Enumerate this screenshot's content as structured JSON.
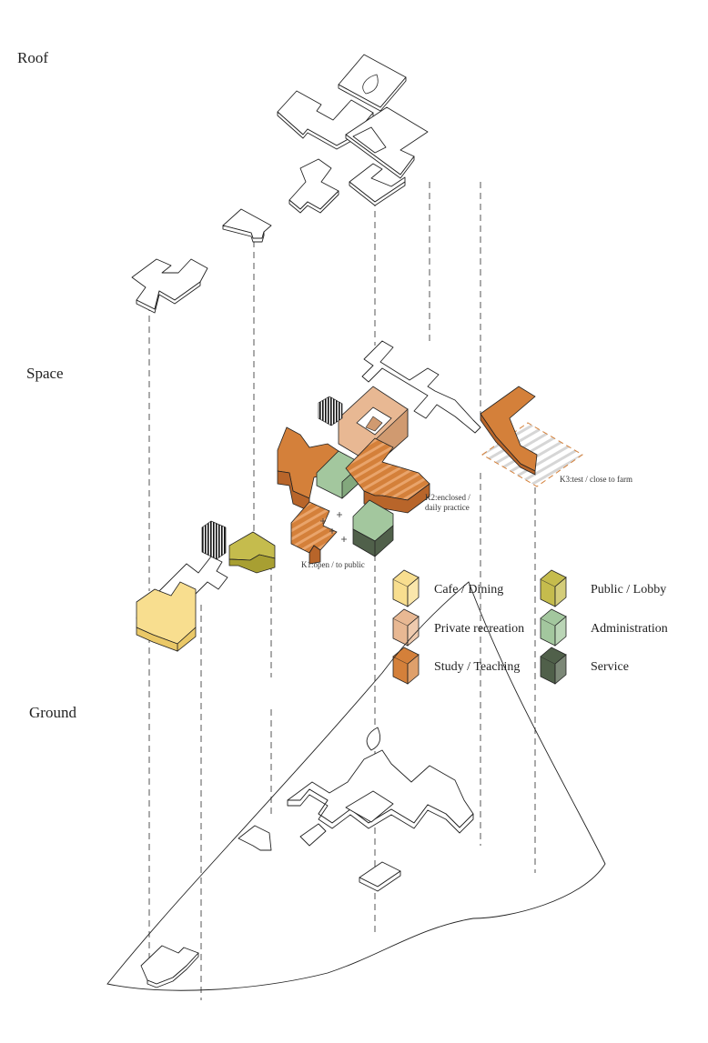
{
  "layers": {
    "roof": "Roof",
    "space": "Space",
    "ground": "Ground"
  },
  "annotations": {
    "k1": "K1:open / to public",
    "k2_line1": "K2:enclosed /",
    "k2_line2": "daily practice",
    "k3": "K3:test / close to farm"
  },
  "legend": [
    {
      "label": "Cafe / Dining",
      "color": "#f8de8f"
    },
    {
      "label": "Public / Lobby",
      "color": "#c5bc4d"
    },
    {
      "label": "Private recreation",
      "color": "#e8b893"
    },
    {
      "label": "Administration",
      "color": "#a3c79e"
    },
    {
      "label": "Study / Teaching",
      "color": "#d4803a"
    },
    {
      "label": "Service",
      "color": "#50604a"
    }
  ],
  "colors": {
    "cafe": "#f8de8f",
    "cafe_side": "#eac867",
    "lobby": "#c5bc4d",
    "lobby_side": "#a89f32",
    "private": "#e8b893",
    "private_side": "#d09a70",
    "admin": "#a3c79e",
    "admin_side": "#83a87d",
    "study": "#d4803a",
    "study_side": "#b8652a",
    "service": "#50604a",
    "service_side": "#3c4a37"
  }
}
